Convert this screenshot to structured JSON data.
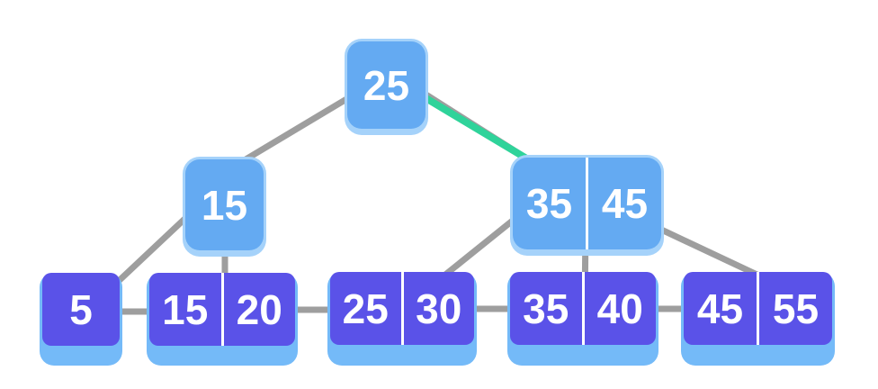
{
  "diagram": {
    "type": "b-plus-tree",
    "levels": 3,
    "node_count": 8
  },
  "colors": {
    "background": "#ffffff",
    "internal_fill": "#64aaf2",
    "internal_glow": "#a5d2fa",
    "leaf_fill": "#5a52e8",
    "leaf_shadow": "#74baf8",
    "edge": "#9e9e9e",
    "highlight_edge": "#2fd39a",
    "divider": "#ffffff",
    "key_text": "#ffffff"
  },
  "nodes": {
    "root": {
      "keys": [
        "25"
      ]
    },
    "internal_left": {
      "keys": [
        "15"
      ]
    },
    "internal_right": {
      "keys": [
        "35",
        "45"
      ]
    },
    "leaf_1": {
      "keys": [
        "5"
      ]
    },
    "leaf_2": {
      "keys": [
        "15",
        "20"
      ]
    },
    "leaf_3": {
      "keys": [
        "25",
        "30"
      ]
    },
    "leaf_4": {
      "keys": [
        "35",
        "40"
      ]
    },
    "leaf_5": {
      "keys": [
        "45",
        "55"
      ]
    }
  },
  "highlight": {
    "edge_from": "25",
    "edge_to": "35 45",
    "color": "#2fd39a"
  }
}
